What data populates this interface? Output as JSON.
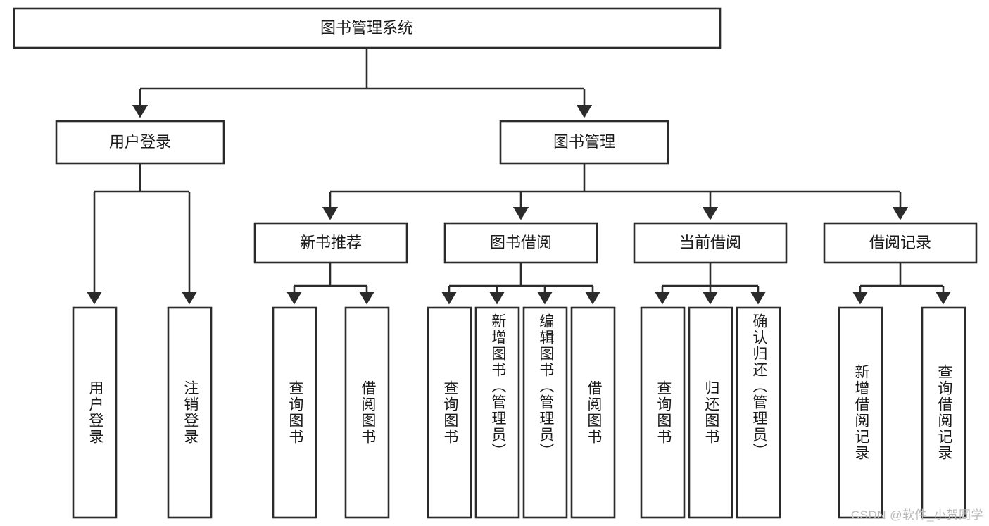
{
  "diagram": {
    "type": "hierarchy-tree",
    "title": "图书管理系统",
    "watermark": "CSDN @软件_小贺同学",
    "colors": {
      "box_stroke": "#2b2b2b",
      "box_fill": "#ffffff",
      "text": "#1a1a1a",
      "background": "#ffffff",
      "watermark": "#b9b9b9"
    },
    "root": {
      "label": "图书管理系统"
    },
    "level2": [
      {
        "label": "用户登录"
      },
      {
        "label": "图书管理"
      }
    ],
    "level3": [
      {
        "label": "新书推荐"
      },
      {
        "label": "图书借阅"
      },
      {
        "label": "当前借阅"
      },
      {
        "label": "借阅记录"
      }
    ],
    "leaves": {
      "user_login": [
        {
          "label": "用户登录"
        },
        {
          "label": "注销登录"
        }
      ],
      "new_book_recommend": [
        {
          "label": "查询图书"
        },
        {
          "label": "借阅图书"
        }
      ],
      "book_borrow": [
        {
          "label": "查询图书"
        },
        {
          "label": "新增图书（管理员）"
        },
        {
          "label": "编辑图书（管理员）"
        },
        {
          "label": "借阅图书"
        }
      ],
      "current_borrow": [
        {
          "label": "查询图书"
        },
        {
          "label": "归还图书"
        },
        {
          "label": "确认归还（管理员）"
        }
      ],
      "borrow_record": [
        {
          "label": "新增借阅记录"
        },
        {
          "label": "查询借阅记录"
        }
      ]
    }
  }
}
